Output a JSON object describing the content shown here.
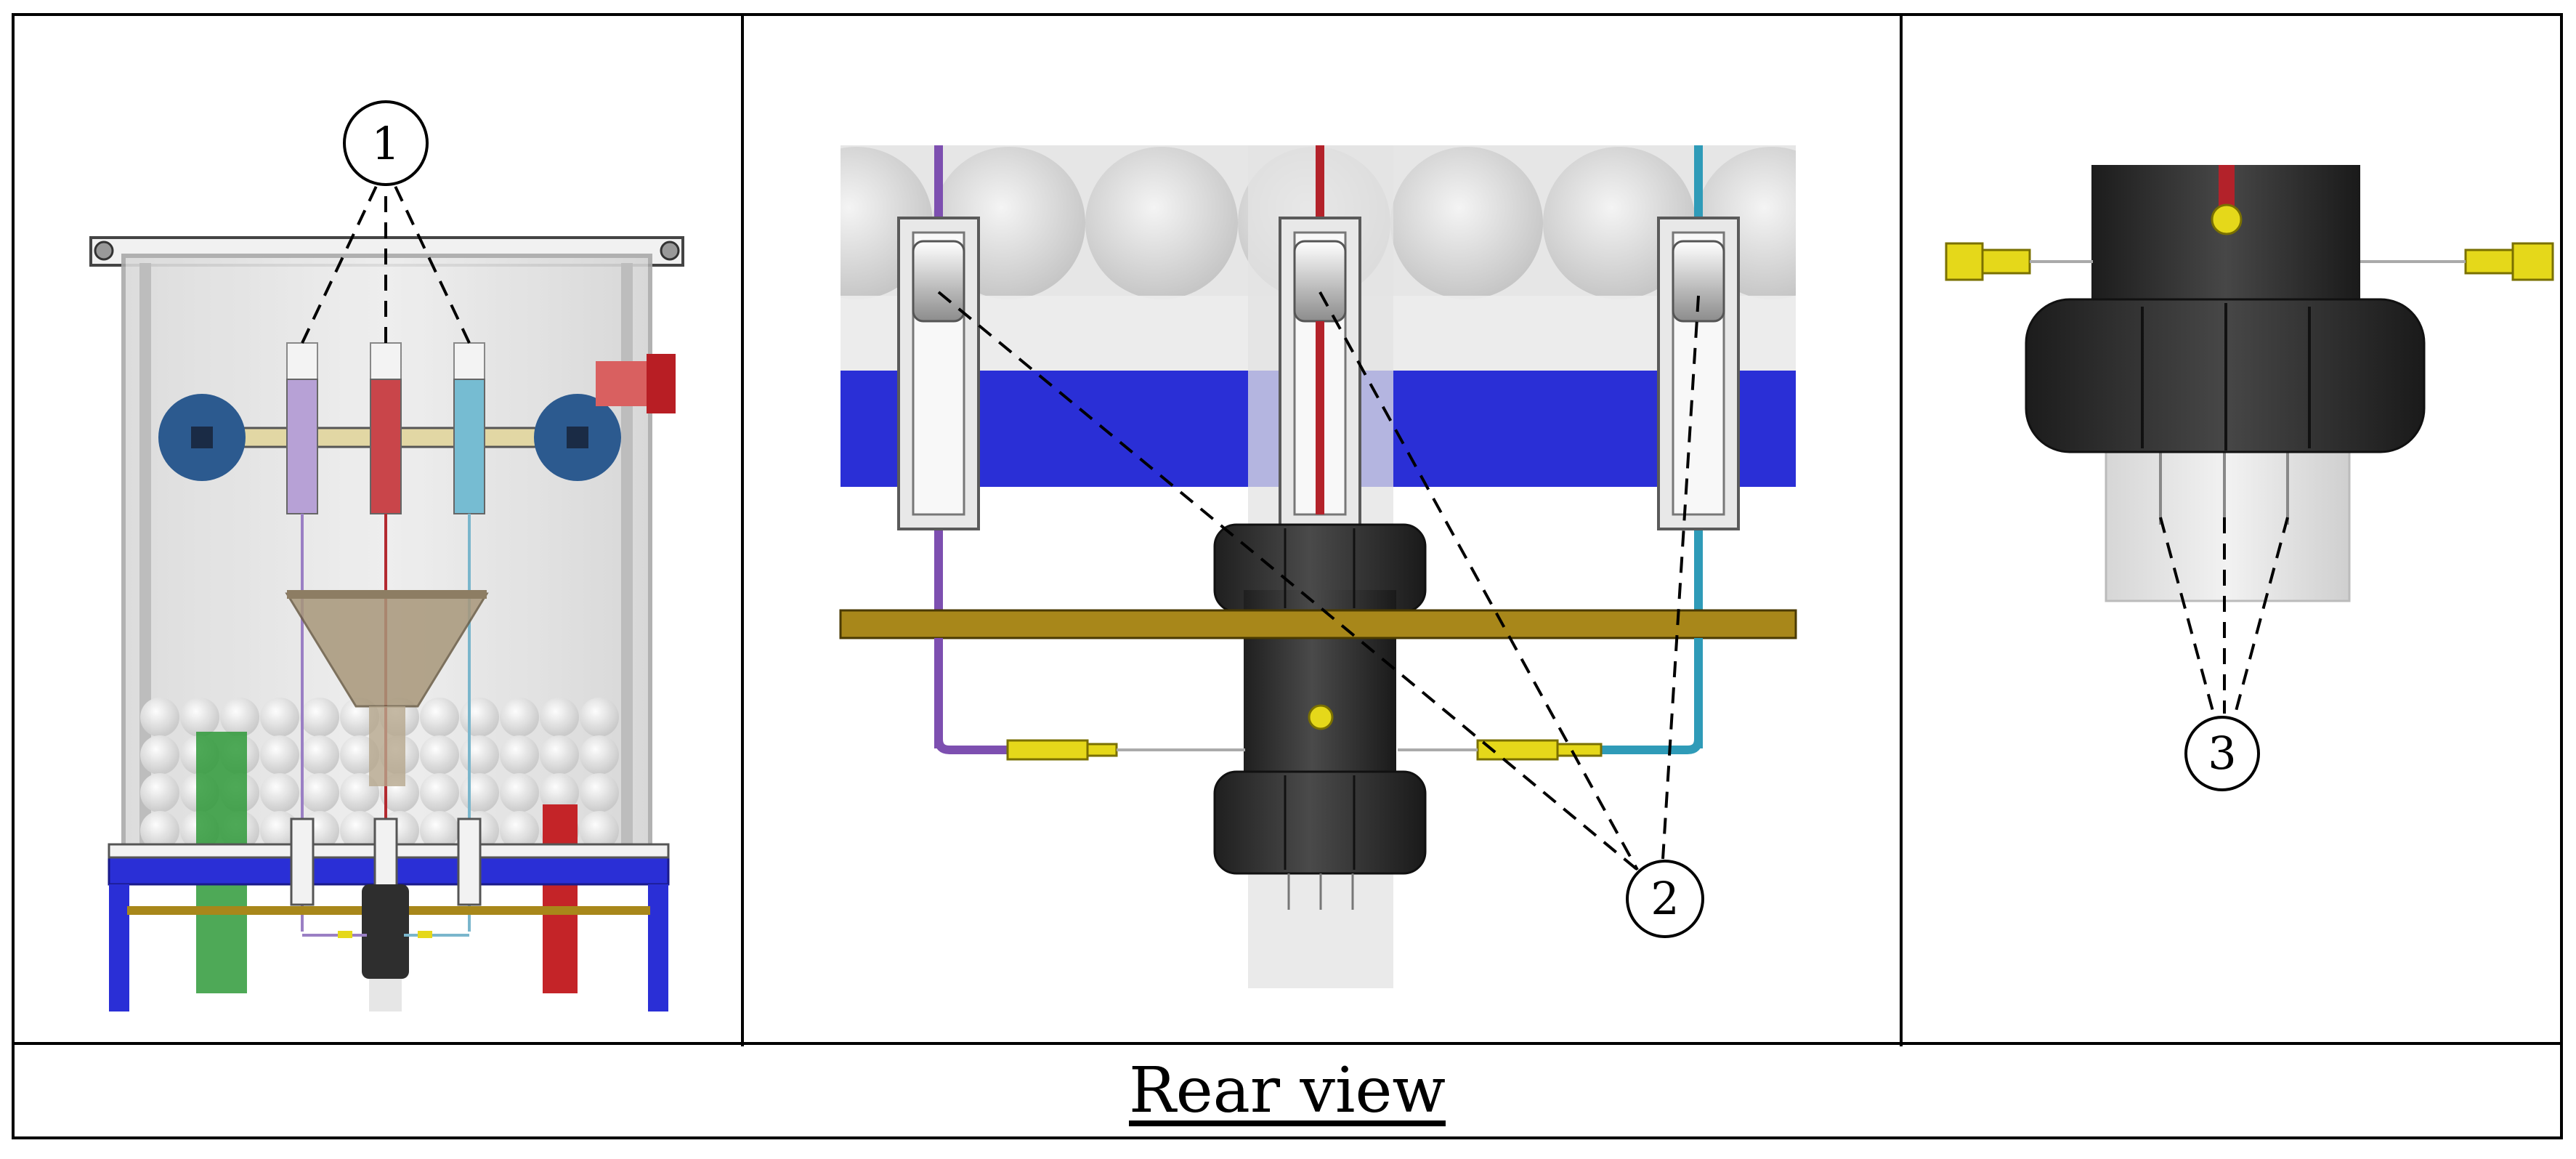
{
  "callouts": {
    "one": "1",
    "two": "2",
    "three": "3"
  },
  "caption": {
    "label": "Rear view"
  },
  "colors": {
    "purple_tube": "#b7a1d6",
    "red_tube": "#c9454a",
    "cyan_tube": "#76bcd2",
    "blue_frame": "#2a2fd6",
    "green_pipe": "#2f9a3a",
    "red_pipe": "#c42428",
    "brass_bar": "#a8871a",
    "fitting_yellow": "#e5d81a",
    "dark_body": "#2e2e2e"
  }
}
